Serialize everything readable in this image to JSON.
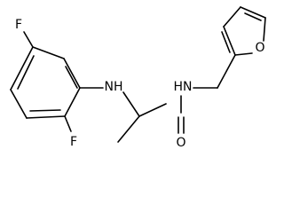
{
  "molecule": {
    "atoms": {
      "fluorine_top": "F",
      "fluorine_bottom": "F",
      "amine_nh": "NH",
      "amide_hn": "HN",
      "carbonyl_o": "O",
      "furan_o": "O"
    }
  }
}
